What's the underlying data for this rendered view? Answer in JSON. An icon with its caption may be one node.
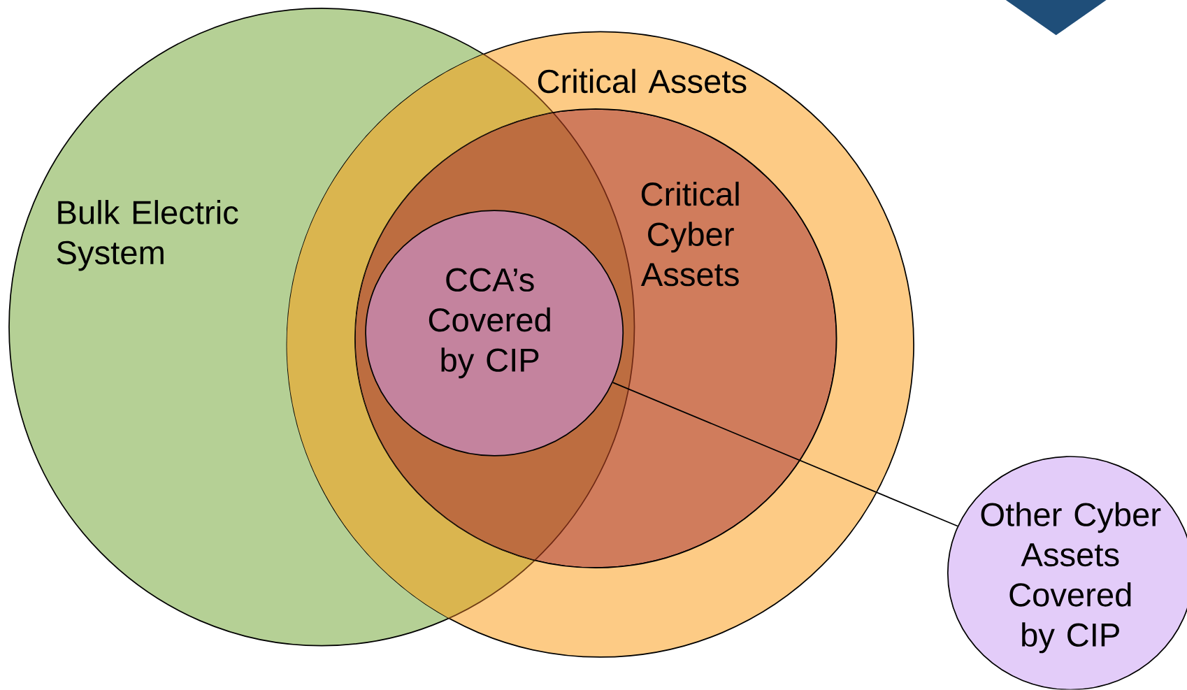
{
  "diagram": {
    "nodes": [
      {
        "text": [
          "Bulk Electric System"
        ]
      },
      {
        "text": [
          "Critical Assets"
        ]
      },
      {
        "text": [
          "Critical Cyber Assets"
        ],
        "in": 1
      },
      {
        "text": [
          "CCA’s Covered by CIP"
        ]
      },
      {
        "text": [
          "Other Cyber Assets Covered by CIP"
        ]
      },
      {
        "text": [],
        "shape": "triangle"
      }
    ],
    "edges": [
      {
        "from": 3,
        "to": 4,
        "arrow": "none"
      }
    ]
  }
}
